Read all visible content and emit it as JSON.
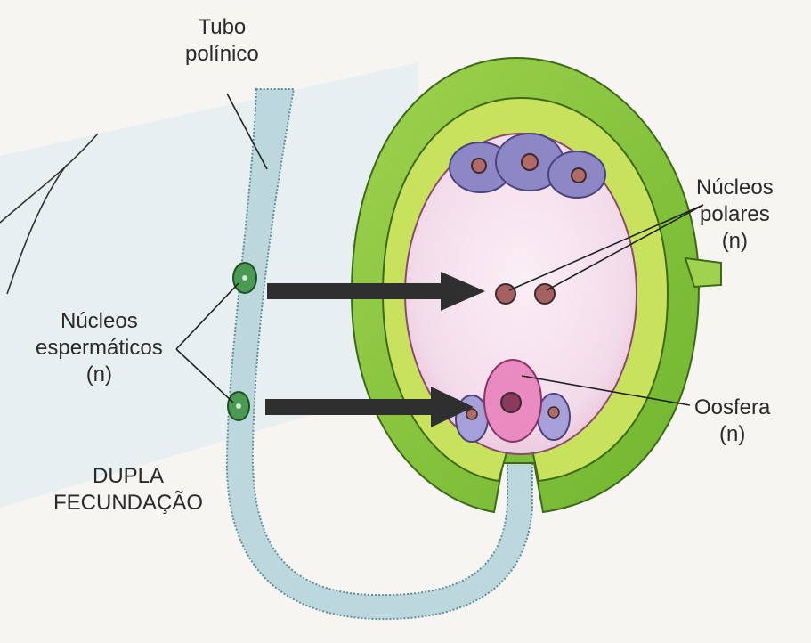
{
  "labels": {
    "tubo_polinico": [
      "Tubo",
      "polínico"
    ],
    "nucleos_polares": [
      "Núcleos",
      "polares",
      "(n)"
    ],
    "nucleos_espermaticos": [
      "Núcleos",
      "espermáticos",
      "(n)"
    ],
    "oosfera": [
      "Oosfera",
      "(n)"
    ],
    "dupla_fecundacao": [
      "DUPLA",
      "FECUNDAÇÃO"
    ]
  },
  "colors": {
    "background": "#f7f5f1",
    "pollen_tube_fill": "#bcd8dd",
    "ovule_outer": "#7ec63a",
    "ovule_inner": "#c8e25e",
    "embryo_sac": "#f3dcea",
    "antipodal_cells": "#8e87c6",
    "egg_cell": "#e98ac0",
    "sperm_nucleus": "#4a9a54",
    "arrow": "#2f2f2f"
  }
}
